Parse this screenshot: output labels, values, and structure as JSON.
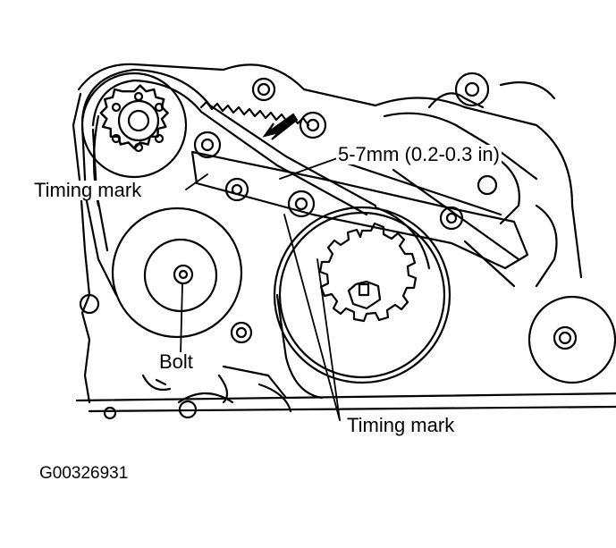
{
  "labels": {
    "timing_mark_top": "Timing mark",
    "gap": "5-7mm (0.2-0.3 in)",
    "bolt": "Bolt",
    "timing_mark_bottom": "Timing mark",
    "figure_code": "G00326931"
  },
  "colors": {
    "ink": "#000000",
    "paper": "#ffffff"
  }
}
